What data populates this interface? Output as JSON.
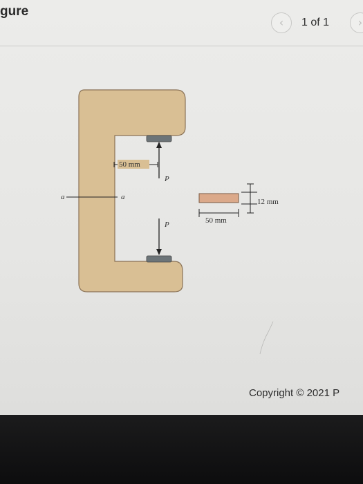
{
  "header": {
    "title": "gure",
    "page_indicator": "1 of 1",
    "prev_icon": "chevron-left-icon",
    "next_icon": "chevron-right-icon"
  },
  "figure": {
    "dimension_gap": "50 mm",
    "dimension_width": "50 mm",
    "dimension_thickness": "12 mm",
    "load_top": "P",
    "load_bottom": "P",
    "section_left": "a",
    "section_right": "a",
    "frame_color": "#d9bf94",
    "section_color": "#dba98a"
  },
  "footer": {
    "copyright": "Copyright © 2021 P"
  }
}
